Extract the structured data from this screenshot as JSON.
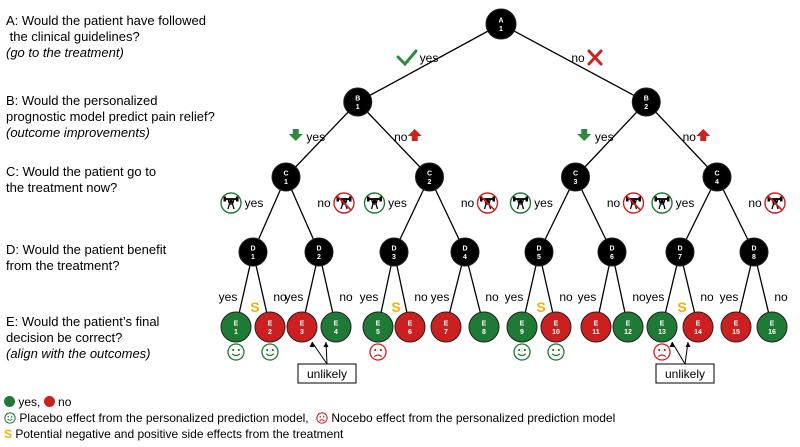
{
  "colors": {
    "black": "#000000",
    "green": "#1e7a34",
    "red": "#cc1f1f",
    "gold": "#f0b400",
    "arrow_green": "#2e8b3d",
    "arrow_red": "#d12020"
  },
  "questions": {
    "a": {
      "line1": "A: Would the patient have followed",
      "line2": " the clinical guidelines?",
      "line3": "(go to the treatment)"
    },
    "b": {
      "line1": "B: Would the personalized",
      "line2": "prognostic model predict pain relief?",
      "line3": "(outcome improvements)"
    },
    "c": {
      "line1": "C: Would the patient go to",
      "line2": "the treatment now?"
    },
    "d": {
      "line1": "D: Would the patient benefit",
      "line2": "from the treatment?"
    },
    "e": {
      "line1": "E: Would the patient’s final",
      "line2": "decision be correct?",
      "line3": "(align with the outcomes)"
    }
  },
  "tree": {
    "root": {
      "letter": "A",
      "number": "1"
    },
    "b_nodes": [
      {
        "letter": "B",
        "number": "1"
      },
      {
        "letter": "B",
        "number": "2"
      }
    ],
    "c_nodes": [
      {
        "letter": "C",
        "number": "1"
      },
      {
        "letter": "C",
        "number": "2"
      },
      {
        "letter": "C",
        "number": "3"
      },
      {
        "letter": "C",
        "number": "4"
      }
    ],
    "d_nodes": [
      {
        "letter": "D",
        "number": "1"
      },
      {
        "letter": "D",
        "number": "2"
      },
      {
        "letter": "D",
        "number": "3"
      },
      {
        "letter": "D",
        "number": "4"
      },
      {
        "letter": "D",
        "number": "5"
      },
      {
        "letter": "D",
        "number": "6"
      },
      {
        "letter": "D",
        "number": "7"
      },
      {
        "letter": "D",
        "number": "8"
      }
    ],
    "e_nodes": [
      {
        "letter": "E",
        "number": "1",
        "color": "green"
      },
      {
        "letter": "E",
        "number": "2",
        "color": "red"
      },
      {
        "letter": "E",
        "number": "3",
        "color": "red"
      },
      {
        "letter": "E",
        "number": "4",
        "color": "green"
      },
      {
        "letter": "E",
        "number": "5",
        "color": "green"
      },
      {
        "letter": "E",
        "number": "6",
        "color": "red"
      },
      {
        "letter": "E",
        "number": "7",
        "color": "red"
      },
      {
        "letter": "E",
        "number": "8",
        "color": "green"
      },
      {
        "letter": "E",
        "number": "9",
        "color": "green"
      },
      {
        "letter": "E",
        "number": "10",
        "color": "red"
      },
      {
        "letter": "E",
        "number": "11",
        "color": "red"
      },
      {
        "letter": "E",
        "number": "12",
        "color": "green"
      },
      {
        "letter": "E",
        "number": "13",
        "color": "green"
      },
      {
        "letter": "E",
        "number": "14",
        "color": "red"
      },
      {
        "letter": "E",
        "number": "15",
        "color": "red"
      },
      {
        "letter": "E",
        "number": "16",
        "color": "green"
      }
    ],
    "yes_label": "yes",
    "no_label": "no",
    "s_label": "S",
    "unlikely_label": "unlikely"
  },
  "legend": {
    "yes_text": "yes,",
    "no_text": "no",
    "placebo_text": "Placebo effect from the personalized prediction model,",
    "nocebo_text": "Nocebo effect from the personalized prediction model",
    "s_symbol": "S",
    "side_effects_text": "Potential negative and positive side effects from the treatment"
  }
}
